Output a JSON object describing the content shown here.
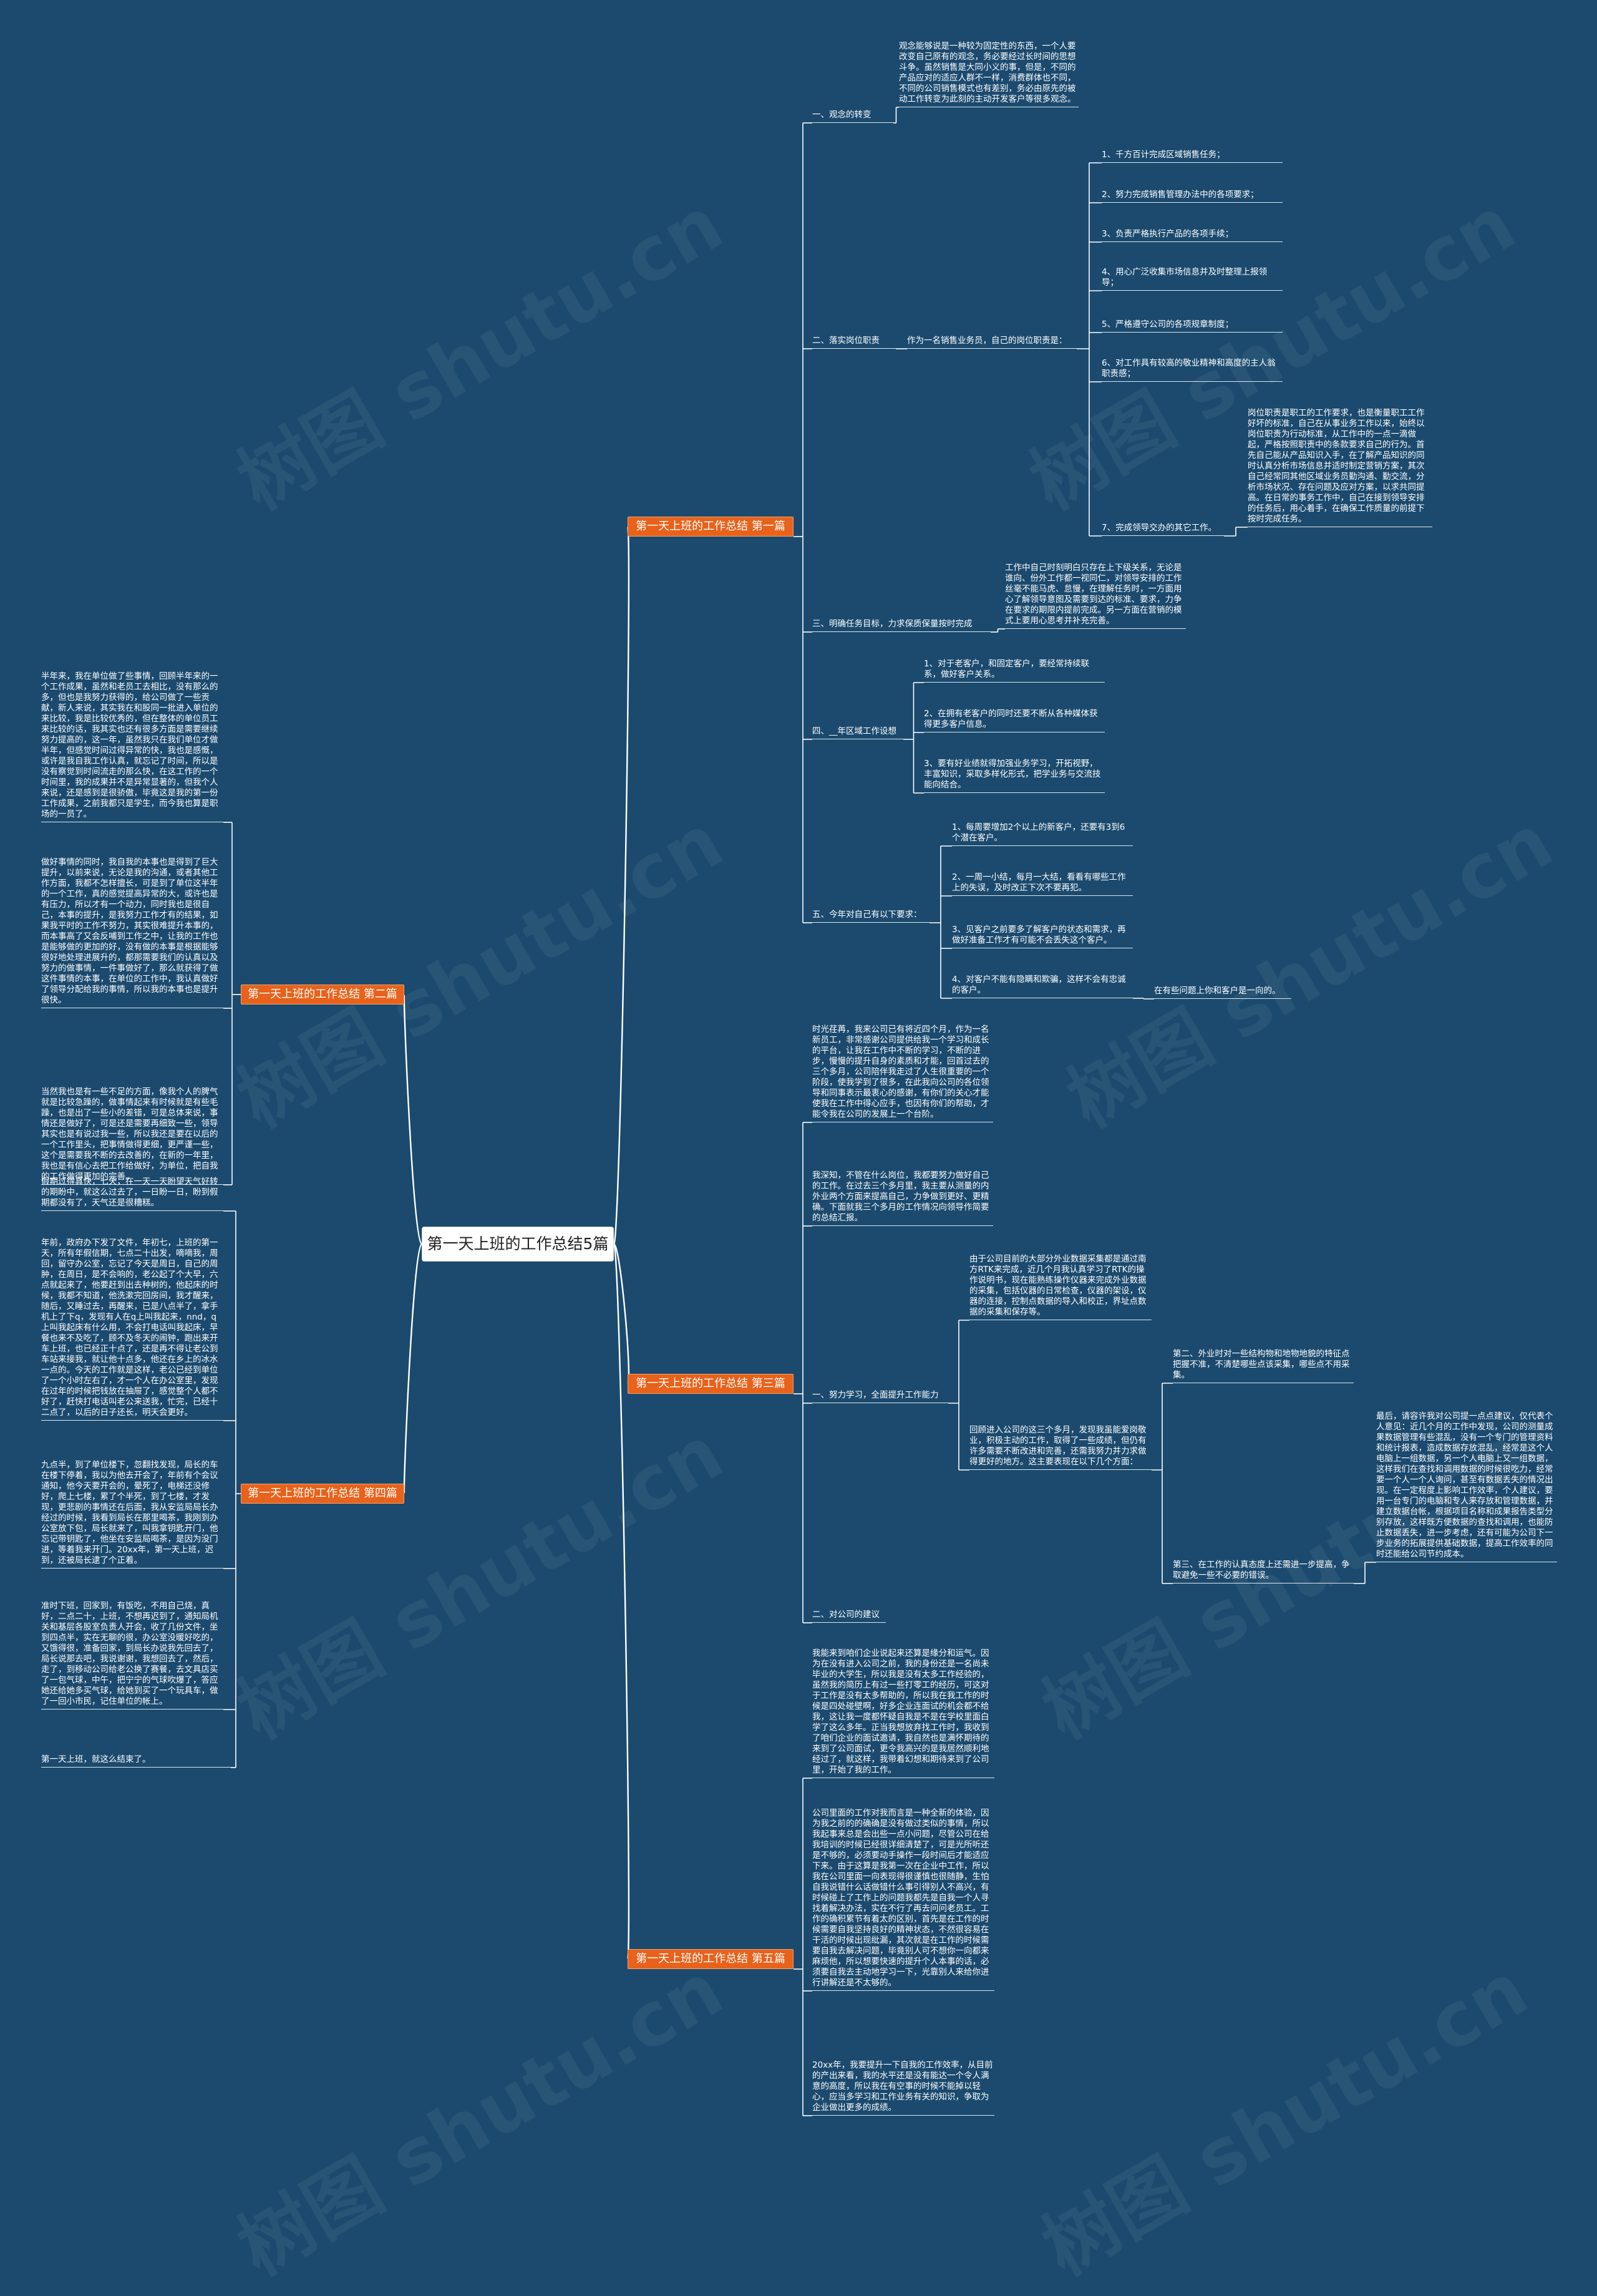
{
  "root": {
    "label": "第一天上班的工作总结5篇"
  },
  "watermark": "树图 shutu.cn",
  "colors": {
    "background": "#1b4a6e",
    "branch": "#e8621b",
    "line": "#ffffff"
  },
  "sections": [
    {
      "label": "第一天上班的工作总结 第一篇",
      "items": [
        {
          "label": "一、观念的转变",
          "children": [
            "观念能够说是一种较为固定性的东西，一个人要改变自己原有的观念，务必要经过长时间的思想斗争。虽然销售是大同小义的事，但是，不同的产品应对的适应人群不一样，消费群体也不同，不同的公司销售模式也有差别，务必由原先的被动工作转变为此刻的主动开发客户等很多观念。"
          ]
        },
        {
          "label": "二、落实岗位职责",
          "middle": "作为一名销售业务员，自己的岗位职责是：",
          "children": [
            "1、千方百计完成区域销售任务；",
            "2、努力完成销售管理办法中的各项要求；",
            "3、负责严格执行产品的各项手续；",
            "4、用心广泛收集市场信息并及时整理上报领导；",
            "5、严格遵守公司的各项规章制度；",
            "6、对工作具有较高的敬业精神和高度的主人翁职责感；",
            "7、完成领导交办的其它工作。"
          ],
          "detail": "岗位职责是职工的工作要求，也是衡量职工工作好坏的标准，自己在从事业务工作以来，始终以岗位职责为行动标准，从工作中的一点一滴做起，严格按照职责中的条款要求自己的行为。首先自己能从产品知识入手，在了解产品知识的同时认真分析市场信息并适时制定营销方案，其次自己经常同其他区域业务员勤沟通、勤交流，分析市场状况、存在问题及应对方案，以求共同提高。在日常的事务工作中，自己在接到领导安排的任务后，用心着手，在确保工作质量的前提下按时完成任务。"
        },
        {
          "label": "三、明确任务目标，力求保质保量按时完成",
          "children": [
            "工作中自己时刻明白只存在上下级关系，无论是谁向、份外工作都一视同仁，对领导安排的工作丝毫不能马虎、怠慢，在理解任务时，一方面用心了解领导意图及需要到达的标准、要求，力争在要求的期限内提前完成。另一方面在营销的模式上要用心思考并补充完善。"
          ]
        },
        {
          "label": "四、__年区域工作设想",
          "children": [
            "1、对于老客户，和固定客户，要经常持续联系，做好客户关系。",
            "2、在拥有老客户的同时还要不断从各种媒体获得更多客户信息。",
            "3、要有好业绩就得加强业务学习，开拓视野，丰富知识，采取多样化形式，把学业务与交流技能向结合。"
          ]
        },
        {
          "label": "五、今年对自己有以下要求：",
          "children": [
            "1、每周要增加2个以上的新客户，还要有3到6个潜在客户。",
            "2、一周一小结，每月一大结，看看有哪些工作上的失误，及时改正下次不要再犯。",
            "3、见客户之前要多了解客户的状态和需求，再做好准备工作才有可能不会丢失这个客户。",
            "4、对客户不能有隐瞒和欺骗，这样不会有忠诚的客户。"
          ],
          "tail": "在有些问题上你和客户是一向的。"
        }
      ]
    },
    {
      "label": "第一天上班的工作总结 第二篇",
      "paragraphs": [
        "半年来，我在单位做了些事情，回顾半年来的一个工作成果，虽然和老员工去相比，没有那么的多，但也是我努力获得的，给公司做了一些贡献，新人来说，其实我在和股同一批进入单位的来比较，我是比较优秀的，但在整体的单位员工来比较的话，我其实也还有很多方面是需要继续努力提高的，这一年，虽然我只在我们单位才做半年，但感觉时间过得异常的快，我也是感慨，或许是我自我工作认真，就忘记了时间，所以是没有察觉到时间流走的那么快，在这工作的一个时间里，我的成果并不是异常显著的，但我个人来说，还是感到是很骄傲，毕竟这是我的第一份工作成果，之前我都只是学生，而今我也算是职场的一员了。",
        "做好事情的同时，我自我的本事也是得到了巨大提升，以前来说，无论是我的沟通，或者其他工作方面，我都不怎样擅长，可是到了单位这半年的一个工作，真的感觉提高异常的大，或许也是有压力，所以才有一个动力，同时我也是很自己，本事的提升，是我努力工作才有的结果，如果我平时的工作不努力，其实很难提升本事的，而本事高了又会反哺到工作之中，让我的工作也是能够做的更加的好，没有做的本事是根据能够很好地处理进展升的，都那需要我们的认真以及努力的做事情，一件事做好了，那么就获得了做这件事情的本事，在单位的工作中，我认真做好了领导分配给我的事情，所以我的本事也是提升很快。",
        "当然我也是有一些不足的方面，像我个人的脾气就是比较急躁的，做事情起来有时候就是有些毛躁，也是出了一些小的差错，可是总体来说，事情还是做好了，可是还是需要再细致一些，领导其实也是有说过我一些，所以我还是要在以后的一个工作里头，把事情做得更细，更严谨一些，这个是需要我不断的去改善的，在新的一年里，我也是有信心去把工作给做好，为单位，把自我的工作做得更加的完善。"
      ]
    },
    {
      "label": "第一天上班的工作总结 第三篇",
      "paragraphs": [
        "时光荏苒，我来公司已有将近四个月，作为一名新员工，非常感谢公司提供给我一个学习和成长的平台，让我在工作中不断的学习，不断的进步，慢慢的提升自身的素质和才能，回首过去的三个多月，公司陪伴我走过了人生很重要的一个阶段，使我学到了很多，在此我向公司的各位领导和同事表示最衷心的感谢，有你们的关心才能使我在工作中得心应手，也因有你们的帮助，才能令我在公司的发展上一个台阶。",
        "我深知，不管在什么岗位，我都要努力做好自己的工作。在过去三个多月里，我主要从测量的内外业两个方面来提高自己，力争做到更好、更精确。下面就我三个多月的工作情况向领导作简要的总结汇报。"
      ],
      "items": [
        {
          "label": "一、努力学习，全面提升工作能力",
          "children": [
            {
              "text": "由于公司目前的大部分外业数据采集都是通过南方RTK来完成，近几个月我认真学习了RTK的操作说明书，现在能熟练操作仪器来完成外业数据的采集，包括仪器的日常检查，仪器的架设，仪器的连接，控制点数据的导入和校正，界址点数据的采集和保存等。"
            },
            {
              "text": "回顾进入公司的这三个多月，发现我虽能爱岗敬业，积极主动的工作，取得了一些成绩，但仍有许多需要不断改进和完善，还需我努力并力求做得更好的地方。这主要表现在以下几个方面：",
              "children": [
                "第二、外业时对一些结构物和地物地貌的特征点把握不准，不清楚哪些点该采集，哪些点不用采集。",
                "第三、在工作的认真态度上还需进一步提高，争取避免一些不必要的错误。"
              ],
              "detail": "最后，请容许我对公司提一点点建议，仅代表个人意见：近几个月的工作中发现，公司的测量成果数据管理有些混乱，没有一个专门的管理资料和统计报表，造成数据存放混乱，经常是这个人电脑上一组数据，另一个人电脑上又一组数据，这样我们在查找和调用数据的时候很吃力，经常要一个人一个人询问，甚至有数据丢失的情况出现。在一定程度上影响工作效率，个人建议，要用一台专门的电脑和专人来存放和管理数据，并建立数据台帐，根据项目名称和成果报告类型分别存放，这样既方便数据的查找和调用，也能防止数据丢失，进一步考虑，还有可能为公司下一步业务的拓展提供基础数据，提高工作效率的同时还能给公司节约成本。"
            }
          ]
        },
        {
          "label": "二、对公司的建议"
        }
      ]
    },
    {
      "label": "第一天上班的工作总结 第四篇",
      "paragraphs": [
        "假期过得真快，七天，在一天一天盼望天气好转的期盼中，就这么过去了，一日盼一日，盼到假期都没有了，天气还是很糟糕。",
        "年前，政府办下发了文件，年初七，上班的第一天，所有年假信期，七点二十出发，嘀嘀我，周回，留守办公室，忘记了今天是周日，自己的周肿，在周日，是不会响的，老公起了个大早，六点就起来了，他要赶到出去种树的，他起床的时候，我都不知道，他洗漱完回房间，我才醒来，随后，又睡过去，再醒来，已是八点半了，拿手机上了下q，发现有人在q上叫我起来，nnd，q上叫我起床有什么用，不会打电话叫我起床，早餐也来不及吃了，顾不及冬天的闹钟，跑出来开车上班，也已经正十点了，还是再不得让老公到车站来接我，就让他十点多，他还在乡上的冰水一点的。今天的工作就是这样，老公已经到单位了一个小时左右了，才一个人在办公室里，发现在过年的时候把钱放在抽屉了，感觉整个人都不好了，赶快打电话叫老公来送我，忙完，已经十二点了，以后的日子还长，明天会更好。",
        "九点半，到了单位楼下，忽翻找发现，局长的车在楼下停着，我以为他去开会了，年前有个会议通知，他今天要开会的，晕死了，电梯还没修好，爬上七楼，累了个半死，到了七楼，才发现，更悲剧的事情还在后面，我从安监局局长办经过的时候，我看到局长在那里喝茶，我刚到办公室放下包，局长就来了，叫我拿钥匙开门，他忘记带钥匙了，他坐在安监局喝茶，是因为没门进，等着我来开门。20xx年，第一天上班，迟到，还被局长逮了个正着。",
        "准时下班，回家到，有饭吃，不用自己烧，真好，二点二十，上班，不想再迟到了，通知局机关和基层各股室负责人开会，收了几份文件，坐到四点半，实在无聊的很，办公室没暖好吃的，又饿得很，准备回家，到局长办说我先回去了，局长说那去吧，我说谢谢，我想回去了，然后，走了，到移动公司给老公换了赛餐，去文具店买了一包气球，中午，把宁宁的气球吹爆了，答应她还给她多买气球，给她到买了一个玩具车，做了一回小市民，记住单位的帐上。",
        "第一天上班，就这么结束了。"
      ]
    },
    {
      "label": "第一天上班的工作总结 第五篇",
      "paragraphs": [
        "我能来到咱们企业说起来还算是缘分和运气。因为在没有进入公司之前，我的身份还是一名尚未毕业的大学生，所以我是没有太多工作经验的，虽然我的简历上有过一些打零工的经历，可这对于工作是没有太多帮助的，所以我在我工作的时候是四处碰壁啊，好多企业连面试的机会都不给我，这让我一度都怀疑自我是不是在学校里面白学了这么多年。正当我想放弃找工作时，我收到了咱们企业的面试邀请，我自然也是满怀期待的来到了公司面试，更令我高兴的是我居然顺利地经过了，就这样，我带着幻想和期待来到了公司里，开始了我的工作。",
        "公司里面的工作对我而言是一种全新的体验，因为我之前的的确确是没有做过类似的事情，所以我起事来总是会出些一点小问题，尽管公司在给我培训的时候已经很详细清楚了，可是光所听还是不够的，必须要动手操作一段时间后才能适应下来。由于这算是我第一次在企业中工作，所以我在公司里面一向表现得很谨慎也很随静，生怕自我说错什么话做错什么事引得别人不高兴，有时候碰上了工作上的问题我都先是自我一个人寻找着解决办法，实在不行了再去问问老员工。工作的确积累节有着太的区别，首先是在工作的时候需要自我坚持良好的精神状态，不然很容易在干活的时候出现纰漏，其次就是在工作的时候需要自我去解决问题，毕竟别人可不想你一向都来麻烦他，所以想要快速的提升个人本事的话，必须要自我去主动地学习一下，光靠别人来给你进行讲解还是不太够的。",
        "20xx年，我要提升一下自我的工作效率，从目前的产出来看，我的水平还是没有能达一个令人满意的高度，所以我在有空事的时候不能掉以轻心，应当多学习和工作业务有关的知识，争取为企业做出更多的成绩。"
      ]
    }
  ]
}
